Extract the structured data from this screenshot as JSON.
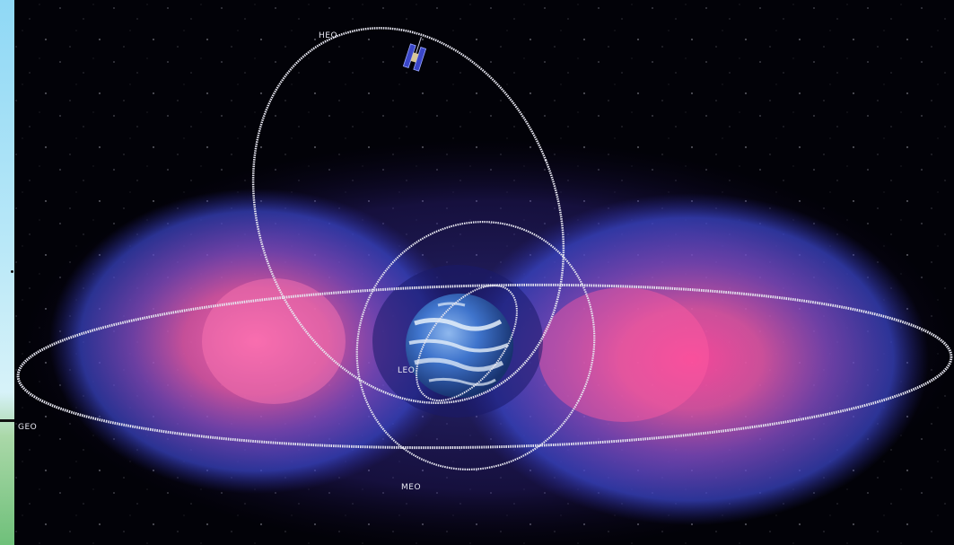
{
  "labels": {
    "heo": "HEO",
    "leo": "LEO",
    "geo": "GEO",
    "meo": "MEO"
  },
  "icons": {
    "satellite": "satellite-icon",
    "earth": "earth-globe"
  },
  "colors": {
    "space_background": "#020208",
    "belt_outer": "#3a46c8",
    "belt_inner": "#ff5aa8",
    "orbit_line": "#e6e6f0",
    "earth_ocean": "#2f64c4",
    "earth_cloud": "#dfe9f8",
    "left_strip_top": "#8fd8f5",
    "left_strip_bottom": "#6fc07a"
  }
}
